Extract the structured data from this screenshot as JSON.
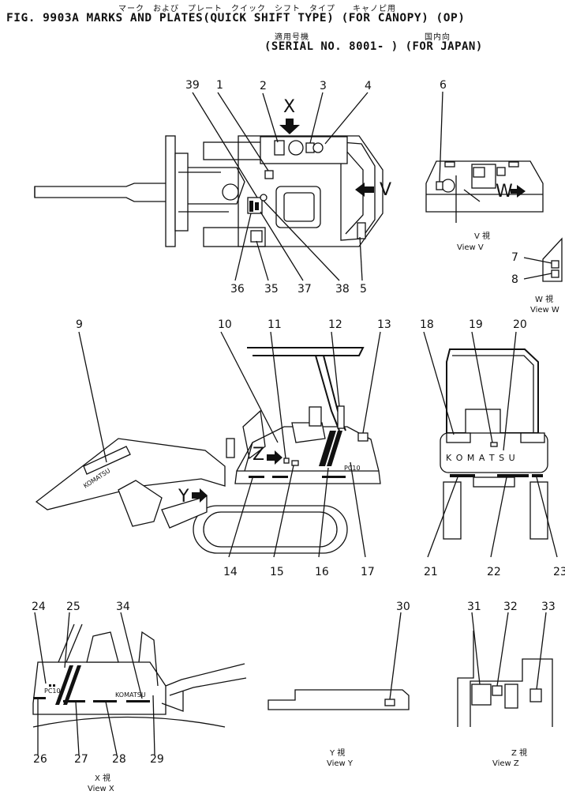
{
  "header": {
    "jp_line1": "マーク　および　プレート　クイック　シフト　タイプ　　キャノピ用",
    "title_line1": "FIG. 9903A  MARKS AND PLATES(QUICK SHIFT TYPE) (FOR CANOPY) (OP)",
    "jp_line2a": "適用号機",
    "jp_line2b": "国内向",
    "title_line2": "(SERIAL NO. 8001- ) (FOR JAPAN)"
  },
  "arrows": {
    "x": "X",
    "v": "V",
    "w": "W",
    "y": "Y",
    "z": "Z"
  },
  "views": {
    "v_jp": "V 視",
    "v": "View V",
    "w_jp": "W 視",
    "w": "View W",
    "x_jp": "X 視",
    "x": "View X",
    "y_jp": "Y 視",
    "y": "View Y",
    "z_jp": "Z 視",
    "z": "View Z"
  },
  "plates": {
    "komatsu_rear": "K O M A T S U",
    "komatsu_side": "KOMATSU",
    "komatsu_x": "KOMATSU",
    "model_side": "PC10",
    "model_x": "PC10"
  },
  "callouts": [
    "1",
    "2",
    "3",
    "4",
    "5",
    "6",
    "7",
    "8",
    "9",
    "10",
    "11",
    "12",
    "13",
    "14",
    "15",
    "16",
    "17",
    "18",
    "19",
    "20",
    "21",
    "22",
    "23",
    "24",
    "25",
    "26",
    "27",
    "28",
    "29",
    "30",
    "31",
    "32",
    "33",
    "34",
    "35",
    "36",
    "37",
    "38",
    "39"
  ]
}
